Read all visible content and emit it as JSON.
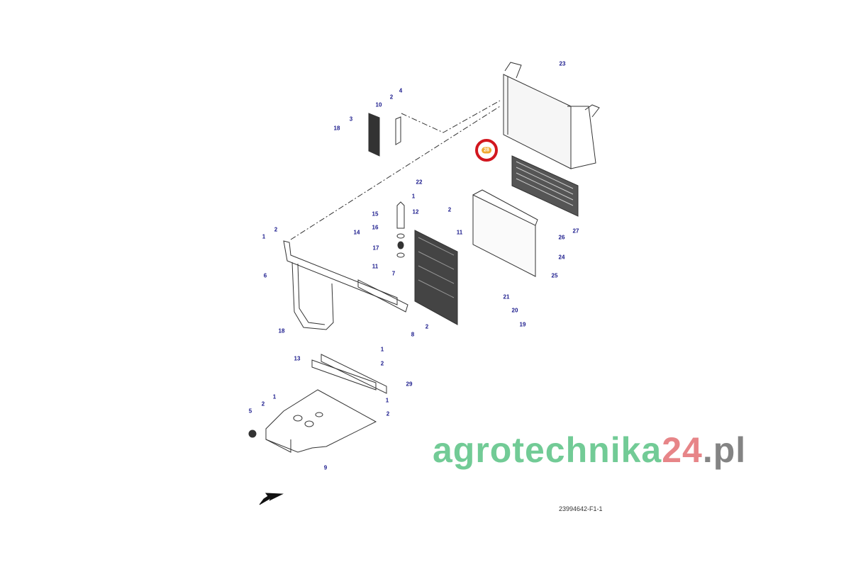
{
  "diagram": {
    "highlighted_part": "28",
    "reference_code": "23994642-F1-1",
    "watermark": {
      "part1": "agrotechnika",
      "part2": "24",
      "part3": ".pl"
    },
    "labels": [
      "23",
      "4",
      "2",
      "10",
      "3",
      "18",
      "22",
      "1",
      "2",
      "15",
      "12",
      "11",
      "14",
      "16",
      "17",
      "1",
      "2",
      "27",
      "26",
      "24",
      "25",
      "6",
      "11",
      "7",
      "21",
      "20",
      "19",
      "2",
      "8",
      "18",
      "13",
      "1",
      "2",
      "29",
      "1",
      "2",
      "1",
      "2",
      "5",
      "9"
    ],
    "colors": {
      "label": "#1a1a8c",
      "highlight_ring": "#d2161e",
      "highlight_badge": "#f0a830"
    }
  }
}
